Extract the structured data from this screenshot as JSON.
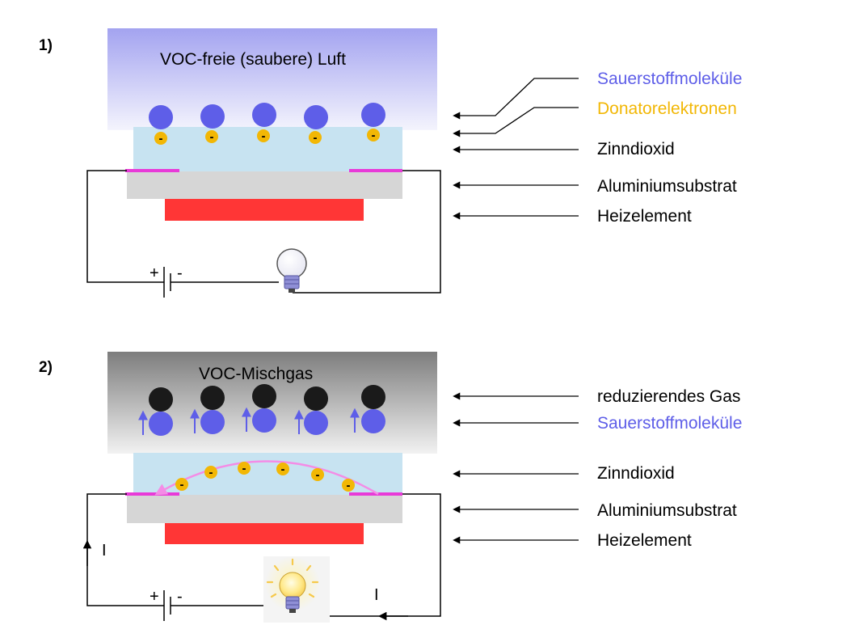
{
  "colors": {
    "oxygen": "#5e5ee8",
    "donor": "#f2b705",
    "reducing_gas": "#1a1a1a",
    "tin_dioxide": "#c7e3f1",
    "substrate": "#d6d6d6",
    "heater": "#ff3636",
    "electrode": "#e83ad8",
    "current_path": "#f48ce6"
  },
  "panel1": {
    "number": "1)",
    "gas_label": "VOC-freie (saubere) Luft",
    "labels": {
      "oxygen": "Sauerstoffmoleküle",
      "donor": "Donatorelektronen",
      "tin": "Zinndioxid",
      "substrate": "Aluminiumsubstrat",
      "heater": "Heizelement"
    },
    "battery_plus": "+",
    "battery_minus": "-",
    "minus_sign": "-"
  },
  "panel2": {
    "number": "2)",
    "gas_label": "VOC-Mischgas",
    "labels": {
      "reducing_gas": "reduzierendes Gas",
      "oxygen": "Sauerstoffmoleküle",
      "tin": "Zinndioxid",
      "substrate": "Aluminiumsubstrat",
      "heater": "Heizelement"
    },
    "battery_plus": "+",
    "battery_minus": "-",
    "current_left": "I",
    "current_right": "I",
    "minus_sign": "-"
  }
}
